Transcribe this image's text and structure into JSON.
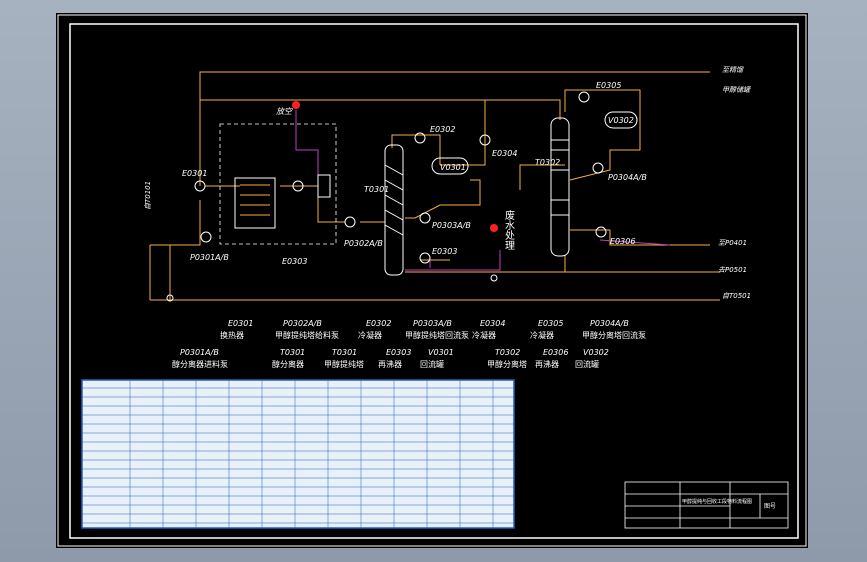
{
  "colors": {
    "line": "#f5b041",
    "vent": "#c040c0",
    "cool": "#c040c0",
    "frame": "#ffffff",
    "bg": "#000000",
    "red": "#ff2020",
    "equip": "#ffffff",
    "table": "#e8f0f8"
  },
  "labels": {
    "e0301": "E0301",
    "e0302": "E0302",
    "e0303": "E0303",
    "e0304": "E0304",
    "e0305": "E0305",
    "e0306": "E0306",
    "t0301": "T0301",
    "t0302": "T0302",
    "v0301": "V0301",
    "v0302": "V0302",
    "p0301": "P0301A/B",
    "p0302": "P0302A/B",
    "p0303": "P0303A/B",
    "p0304": "P0304A/B",
    "vent": "放空",
    "waste": "废水处理",
    "in_left": "自T0101",
    "out1": "至精馏",
    "out1b": "甲醇储罐",
    "out2": "至P0401",
    "out3": "去P0501",
    "out4": "自T0501"
  },
  "legend_top": [
    {
      "tag": "E0301",
      "desc": "换热器"
    },
    {
      "tag": "P0302A/B",
      "desc": "甲醇提纯塔给料泵"
    },
    {
      "tag": "E0302",
      "desc": "冷凝器"
    },
    {
      "tag": "P0303A/B",
      "desc": "甲醇提纯塔回流泵"
    },
    {
      "tag": "E0304",
      "desc": "冷凝器"
    },
    {
      "tag": "E0305",
      "desc": "冷凝器"
    },
    {
      "tag": "P0304A/B",
      "desc": "甲醇分离塔回流泵"
    }
  ],
  "legend_bottom": [
    {
      "tag": "P0301A/B",
      "desc": "醇分离器进料泵"
    },
    {
      "tag": "T0301",
      "desc": "醇分离器"
    },
    {
      "tag": "T0301",
      "desc": "甲醇提纯塔"
    },
    {
      "tag": "E0303",
      "desc": "再沸器"
    },
    {
      "tag": "V0301",
      "desc": "回流罐"
    },
    {
      "tag": "T0302",
      "desc": "甲醇分离塔"
    },
    {
      "tag": "E0306",
      "desc": "再沸器"
    },
    {
      "tag": "V0302",
      "desc": "回流罐"
    }
  ],
  "title_block": {
    "drawing_name": "甲醇提纯与回收工段物料流程图",
    "sheet": "图号"
  }
}
